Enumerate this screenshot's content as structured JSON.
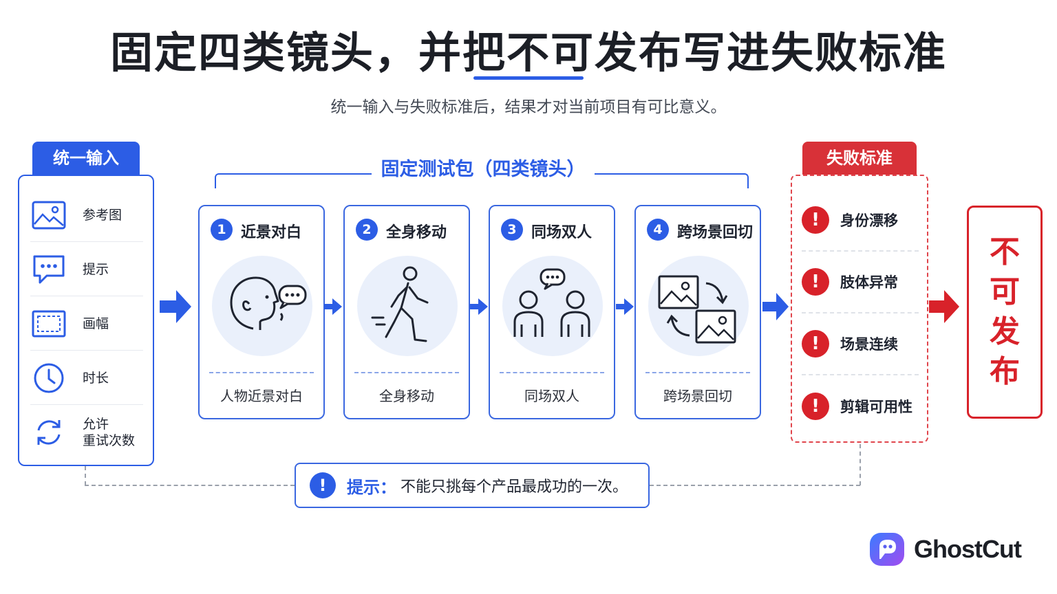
{
  "title": "固定四类镜头，并把不可发布写进失败标准",
  "subtitle": "统一输入与失败标准后，结果才对当前项目有可比意义。",
  "input_panel": {
    "tag": "统一输入",
    "items": [
      {
        "label": "参考图",
        "icon": "image-icon"
      },
      {
        "label": "提示",
        "icon": "chat-bubble-icon"
      },
      {
        "label": "画幅",
        "icon": "frame-icon"
      },
      {
        "label": "时长",
        "icon": "clock-icon"
      },
      {
        "label": "允许\n重试次数",
        "icon": "refresh-icon"
      }
    ]
  },
  "test_pack": {
    "title": "固定测试包（四类镜头）",
    "cards": [
      {
        "num": "1",
        "title": "近景对白",
        "caption": "人物近景对白",
        "icon": "face-speaking-icon"
      },
      {
        "num": "2",
        "title": "全身移动",
        "caption": "全身移动",
        "icon": "walking-person-icon"
      },
      {
        "num": "3",
        "title": "同场双人",
        "caption": "同场双人",
        "icon": "two-people-icon"
      },
      {
        "num": "4",
        "title": "跨场景回切",
        "caption": "跨场景回切",
        "icon": "scene-switch-icon"
      }
    ]
  },
  "fail_panel": {
    "tag": "失败标准",
    "items": [
      {
        "label": "身份漂移"
      },
      {
        "label": "肢体异常"
      },
      {
        "label": "场景连续"
      },
      {
        "label": "剪辑可用性"
      }
    ],
    "mark": "!"
  },
  "verdict": [
    "不",
    "可",
    "发",
    "布"
  ],
  "hint": {
    "mark": "!",
    "label": "提示：",
    "text": "不能只挑每个产品最成功的一次。"
  },
  "logo": {
    "text": "GhostCut"
  },
  "colors": {
    "blue": "#2c5de5",
    "red": "#d8222a"
  }
}
